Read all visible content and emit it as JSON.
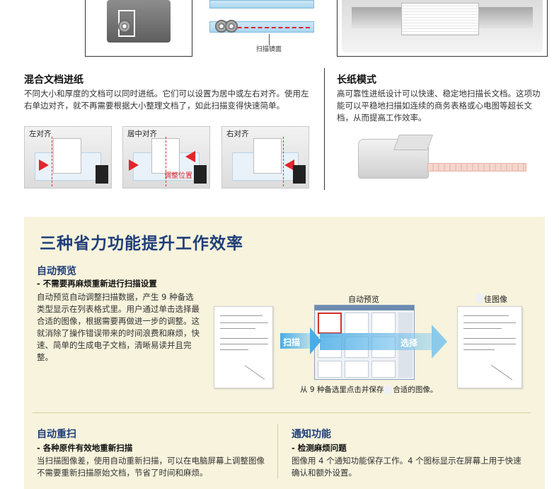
{
  "top": {
    "scan_mirror_label": "扫描镜面"
  },
  "mixed": {
    "title": "混合文档进纸",
    "body": "不同大小和厚度的文档可以同时进纸。它们可以设置为居中或左右对齐。使用左右单边对齐，就不再需要根据大小整理文档了，如此扫描变得快速简单。",
    "thumbs": [
      {
        "label": "左对齐"
      },
      {
        "label": "居中对齐",
        "note": "调整位置"
      },
      {
        "label": "右对齐"
      }
    ]
  },
  "long": {
    "title": "长纸模式",
    "body": "高可靠性进纸设计可以快速、稳定地扫描长文档。这项功能可以平稳地扫描如连续的商务表格或心电图等超长文档，从而提高工作效率。"
  },
  "band": {
    "title": "三种省力功能提升工作效率",
    "preview": {
      "heading": "自动预览",
      "sub": "- 不需要再麻烦重新进行扫描设置",
      "body": "自动预览自动调整扫描数据，产生 9 种备选类型显示在列表格式里。用户通过单击选择最合适的图像，根据需要再做进一步的调整。这就消除了操作错误带来的时间浪费和麻烦，快速、简单的生成电子文档，清晰易读并且完整。",
      "label_preview": "自动预览",
      "label_best": "佳图像",
      "arrow_scan": "扫描",
      "arrow_select": "选择",
      "caption_a": "从 9 种备选里点击并保存",
      "caption_b": "合适的图像。"
    },
    "rescan": {
      "heading": "自动重扫",
      "sub": "- 各种原件有效地重新扫描",
      "body": "当扫描图像差，使用自动重新扫描，可以在电脑屏幕上调整图像不需要重新扫描原始文档，节省了时间和麻烦。"
    },
    "notify": {
      "heading": "通知功能",
      "sub": "- 检测麻烦问题",
      "body": "图像用 4 个通知功能保存工作。4 个图标显示在屏幕上用于快速确认和额外设置。"
    }
  }
}
